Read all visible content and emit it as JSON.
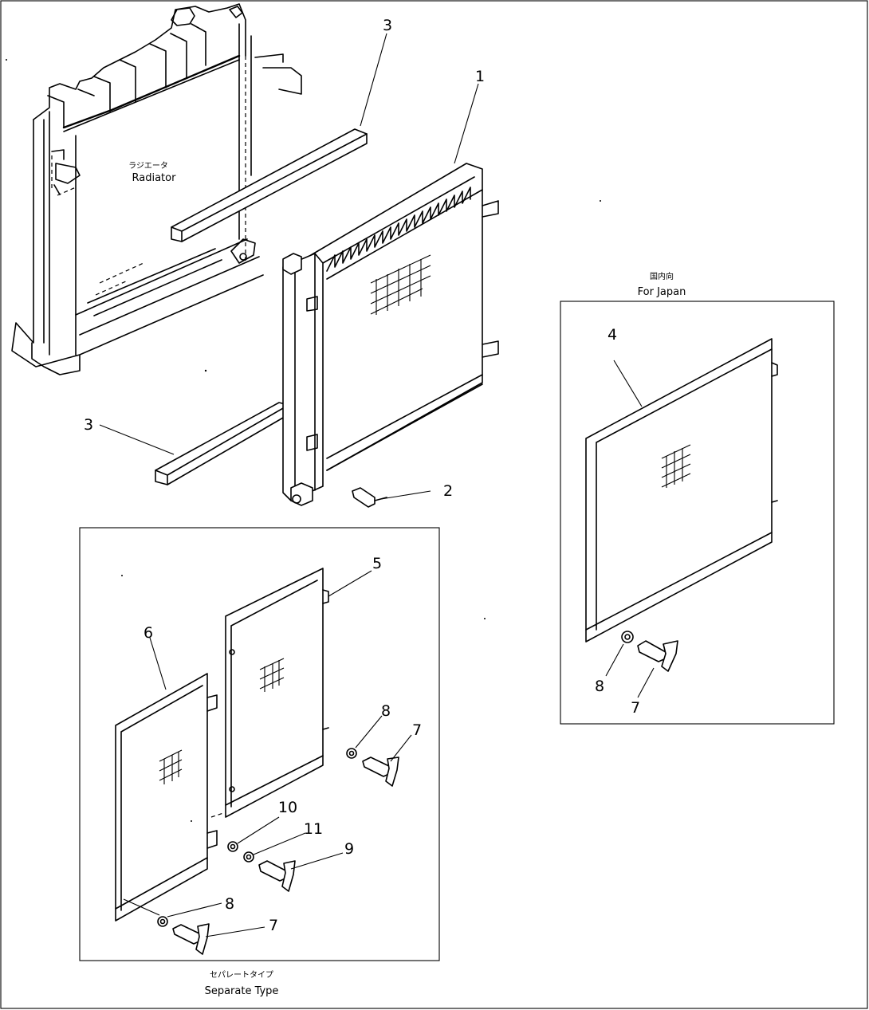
{
  "labels": {
    "radiator_jp": "ラジエータ",
    "radiator_en": "Radiator",
    "for_japan_jp": "国内向",
    "for_japan_en": "For Japan",
    "separate_jp": "セパレートタイプ",
    "separate_en": "Separate Type"
  },
  "callouts": {
    "c1": "1",
    "c2": "2",
    "c3_top": "3",
    "c3_bottom": "3",
    "c4": "4",
    "c5": "5",
    "c6": "6",
    "c7_japan": "7",
    "c8_japan": "8",
    "c7_sep_upper": "7",
    "c8_sep_upper": "8",
    "c9": "9",
    "c10": "10",
    "c11": "11",
    "c7_sep_lower": "7",
    "c8_sep_lower": "8"
  }
}
